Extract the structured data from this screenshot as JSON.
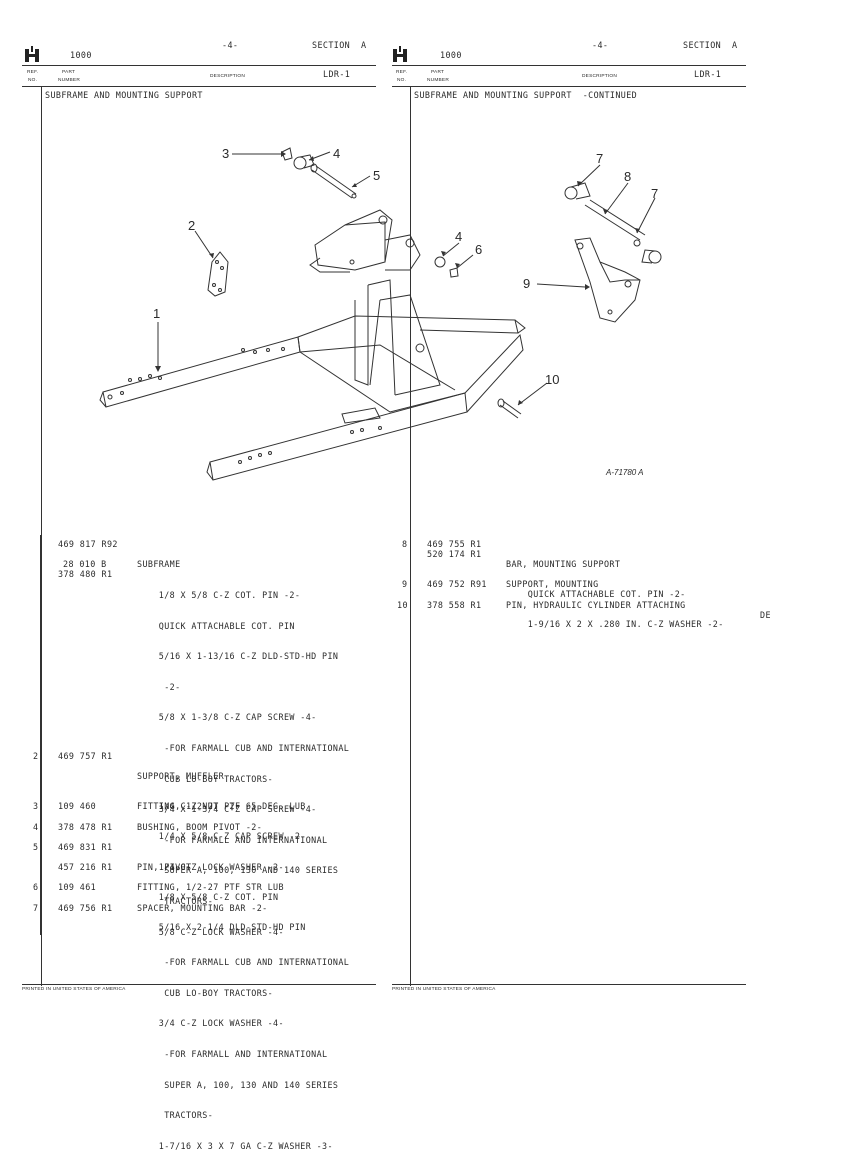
{
  "left_page": {
    "model": "1000",
    "page_no": "-4-",
    "section": "SECTION  A",
    "code": "LDR-1",
    "col_ref": [
      "REF.",
      "NO."
    ],
    "col_part": [
      "PART",
      "NUMBER"
    ],
    "col_desc": "DESCRIPTION",
    "heading": "SUBFRAME AND MOUNTING SUPPORT",
    "footer": "PRINTED IN UNITED STATES OF AMERICA",
    "entries": [
      {
        "ref": "",
        "parts": [
          "469 817 R92",
          "",
          "28 010 B",
          "378 480 R1"
        ],
        "lines": [
          "SUBFRAME",
          "    1/8 X 5/8 C-Z COT. PIN -2-",
          "    QUICK ATTACHABLE COT. PIN",
          "    5/16 X 1-13/16 C-Z DLD-STD-HD PIN",
          "     -2-",
          "    5/8 X 1-3/8 C-Z CAP SCREW -4-",
          "     -FOR FARMALL CUB AND INTERNATIONAL",
          "     CUB LO-BOY TRACTORS-",
          "    3/4 X 1-3/4 C-Z CAP SCREW -4-",
          "     -FOR FARMALL AND INTERNATIONAL",
          "     SUPER A, 100, 130 AND 140 SERIES",
          "     TRACTORS-",
          "    5/8 C-Z LOCK WASHER -4-",
          "     -FOR FARMALL CUB AND INTERNATIONAL",
          "     CUB LO-BOY TRACTORS-",
          "    3/4 C-Z LOCK WASHER -4-",
          "     -FOR FARMALL AND INTERNATIONAL",
          "     SUPER A, 100, 130 AND 140 SERIES",
          "     TRACTORS-",
          "    1-7/16 X 3 X 7 GA C-Z WASHER -3-"
        ]
      },
      {
        "ref": "2",
        "parts": [
          "469 757 R1"
        ],
        "lines": [
          "SUPPORT, MUFFLER",
          "    1/4 C-Z NUT -2-",
          "    1/4 X 5/8 C-Z CAP SCREW -2-",
          "    1/4 C-Z LOCK WASHER -2-"
        ]
      },
      {
        "ref": "3",
        "parts": [
          "109 460"
        ],
        "lines": [
          "FITTING, 1/2-27 PTF 65 DEG. LUB"
        ]
      },
      {
        "ref": "4",
        "parts": [
          "378 478 R1"
        ],
        "lines": [
          "BUSHING, BOOM PIVOT -2-"
        ]
      },
      {
        "ref": "5",
        "parts": [
          "469 831 R1",
          "",
          "457 216 R1"
        ],
        "lines": [
          "PIN, PIVOT",
          "    1/8 X 5/8 C-Z COT. PIN",
          "    5/16 X 2-1/4 DLD-STD-HD PIN"
        ]
      },
      {
        "ref": "6",
        "parts": [
          "109 461"
        ],
        "lines": [
          "FITTING, 1/2-27 PTF STR LUB"
        ]
      },
      {
        "ref": "7",
        "parts": [
          "469 756 R1"
        ],
        "lines": [
          "SPACER, MOUNTING BAR -2-"
        ]
      }
    ]
  },
  "right_page": {
    "model": "1000",
    "page_no": "-4-",
    "section": "SECTION  A",
    "code": "LDR-1",
    "col_ref": [
      "REF.",
      "NO."
    ],
    "col_part": [
      "PART",
      "NUMBER"
    ],
    "col_desc": "DESCRIPTION",
    "heading": "SUBFRAME AND MOUNTING SUPPORT  -CONTINUED",
    "footer": "PRINTED IN UNITED STATES OF AMERICA",
    "entries": [
      {
        "ref": "8",
        "parts": [
          "469 755 R1",
          "520 174 R1"
        ],
        "lines": [
          "BAR, MOUNTING SUPPORT",
          "    QUICK ATTACHABLE COT. PIN -2-",
          "    1-9/16 X 2 X .280 IN. C-Z WASHER -2-"
        ]
      },
      {
        "ref": "9",
        "parts": [
          "469 752 R91"
        ],
        "lines": [
          "SUPPORT, MOUNTING"
        ]
      },
      {
        "ref": "10",
        "parts": [
          "378 558 R1"
        ],
        "lines": [
          "PIN, HYDRAULIC CYLINDER ATTACHING"
        ]
      }
    ]
  },
  "illustration": {
    "caption": "A-71780 A",
    "callouts": [
      "1",
      "2",
      "3",
      "4",
      "5",
      "4",
      "6",
      "7",
      "8",
      "7",
      "9",
      "10"
    ]
  },
  "margin_mark": "DE"
}
